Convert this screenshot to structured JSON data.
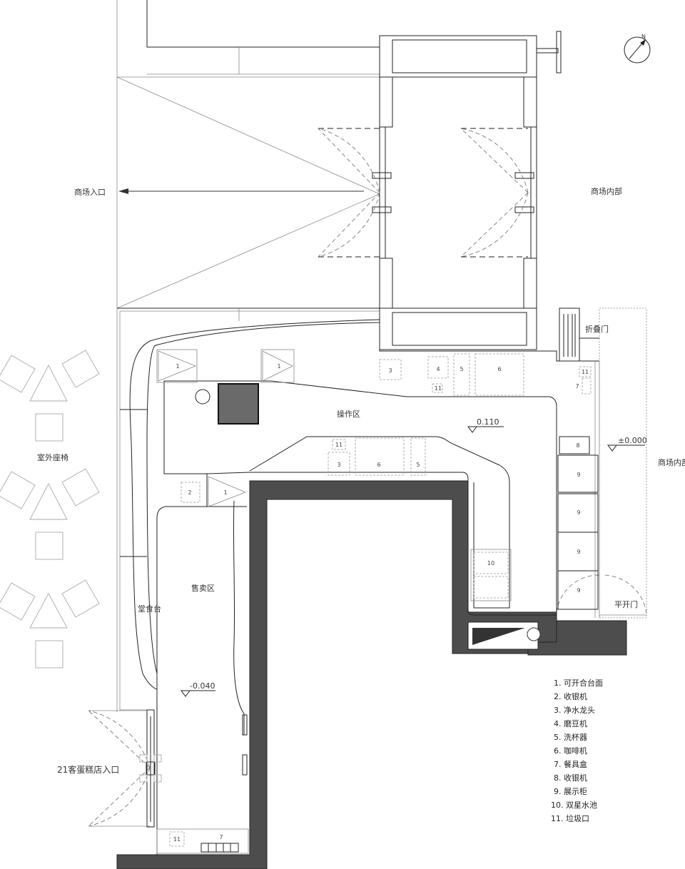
{
  "labels": {
    "mall_entrance": "商场入口",
    "mall_interior_top": "商场内部",
    "mall_interior_right": "商场内部",
    "folding_door": "折叠门",
    "swing_door": "平开门",
    "operation_area": "操作区",
    "sales_area": "售卖区",
    "dining_counter": "堂食台",
    "outdoor_seating": "室外座椅",
    "shop_entrance": "21客蛋糕店入口"
  },
  "elevations": {
    "operation": "0.110",
    "mall": "±0.000",
    "sales": "-0.040"
  },
  "compass": {
    "north_label": "N"
  },
  "legend": [
    "1. 可开合台面",
    "2. 收银机",
    "3. 净水龙头",
    "4. 磨豆机",
    "5. 洗杯器",
    "6. 咖啡机",
    "7. 餐具盒",
    "8. 收银机",
    "9. 展示柜",
    "10. 双星水池",
    "11. 垃圾口"
  ],
  "markers": {
    "m1": "1",
    "m2": "2",
    "m3": "3",
    "m4": "4",
    "m5": "5",
    "m6": "6",
    "m7": "7",
    "m8": "8",
    "m9": "9",
    "m10": "10",
    "m11": "11"
  }
}
